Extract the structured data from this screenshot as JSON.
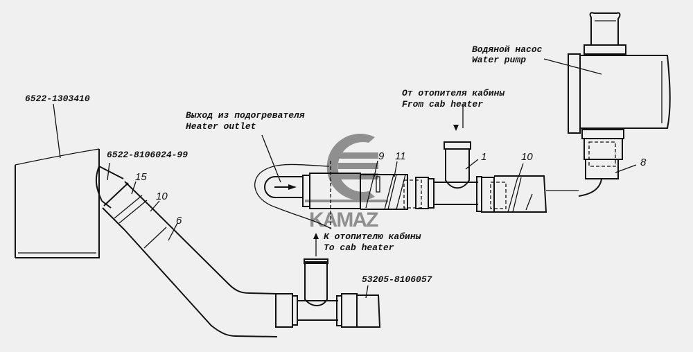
{
  "diagram": {
    "type": "cooling-system pipe assembly drawing",
    "watermark": {
      "brand": "KAMAZ",
      "color": "#8f8f8f"
    },
    "part_numbers": {
      "radiator": "6522-1303410",
      "elbow_hose": "6522-8106024-99",
      "tee_pipe": "53205-8106057"
    },
    "callouts": {
      "c15": "15",
      "c10a": "10",
      "c6": "6",
      "c9": "9",
      "c11": "11",
      "c1": "1",
      "c10b": "10",
      "c8": "8"
    },
    "labels": {
      "heater_outlet_ru": "Выход из подогревателя",
      "heater_outlet_en": "Heater outlet",
      "from_cab_ru": "От отопителя кабины",
      "from_cab_en": "From cab heater",
      "to_cab_ru": "К отопителю кабины",
      "to_cab_en": "To cab heater",
      "pump_ru": "Водяной насос",
      "pump_en": "Water pump"
    }
  }
}
